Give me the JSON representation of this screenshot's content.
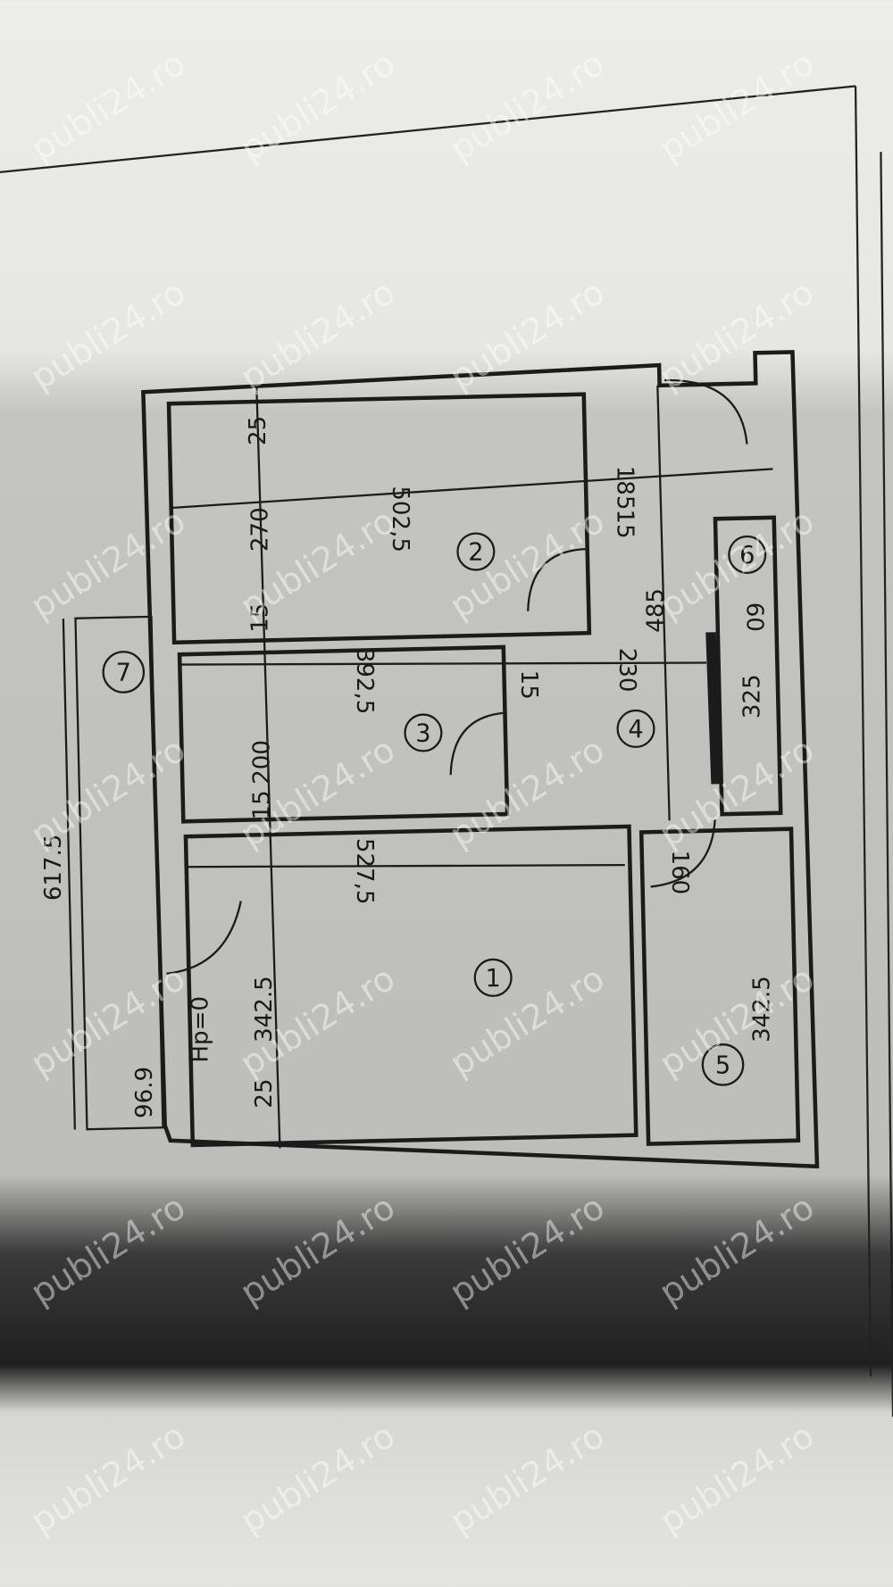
{
  "watermark": "publi24.ro",
  "colors": {
    "paper_light": "#e9e9e7",
    "paper_shadow": "#bdbdbb",
    "ink": "#1b1b1b"
  },
  "plan": {
    "level_label": "Hp=0",
    "rooms": [
      "1",
      "2",
      "3",
      "4",
      "5",
      "6",
      "7"
    ],
    "dimensions": {
      "balcony_length": "617.5",
      "balcony_depth": "96.9",
      "left_a": "25",
      "left_b": "342.5",
      "left_c": "15",
      "left_d": "200",
      "left_e": "15",
      "left_f": "270",
      "left_g": "25",
      "room1_width": "527,5",
      "room3_width": "392,5",
      "room2_width": "502,5",
      "hall_length": "485",
      "hall_a": "230",
      "hall_b": "15",
      "hall_c": "185",
      "hall_d": "15",
      "bath_a": "325",
      "bath_b": "60",
      "door": "160",
      "room5_length": "342.5"
    }
  }
}
